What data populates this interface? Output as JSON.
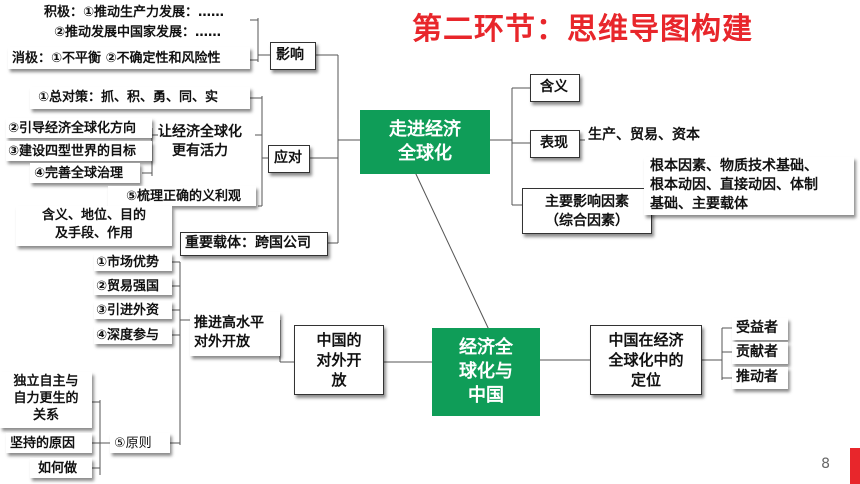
{
  "title": "第二环节：思维导图构建",
  "page_number": "8",
  "accent_color": "#e8262b",
  "node_color": "#0f9d58",
  "top_left": {
    "jiji1": "积极：①推动生产力发展：……",
    "jiji2": "②推动发展中国家发展：……",
    "xiaoji": "消极：①不平衡 ②不确定性和风险性",
    "yingxiang": "影响",
    "zongduice": "①总对策：抓、积、勇、同、实",
    "item2": "②引导经济全球化方向",
    "item3": "③建设四型世界的目标",
    "item4": "④完善全球治理",
    "item5": "⑤梳理正确的义利观",
    "rang1": "让经济全球化",
    "rang2": "更有活力",
    "yingdui": "应对",
    "hanyi_line1": "含义、地位、目的",
    "hanyi_line2": "及手段、作用",
    "zhongyao": "重要载体：跨国公司"
  },
  "center_top": {
    "line1": "走进经济",
    "line2": "全球化"
  },
  "right_top": {
    "hanyi": "含义",
    "biaoxian": "表现",
    "biaoxian_detail": "生产、贸易、资本",
    "yinsu_line1": "主要影响因素",
    "yinsu_line2": "（综合因素）",
    "yinsu_detail1": "根本因素、物质技术基础、",
    "yinsu_detail2": "根本动因、直接动因、体制",
    "yinsu_detail3": "基础、主要载体"
  },
  "bottom_left": {
    "shichang": "①市场优势",
    "maoyi": "②贸易强国",
    "yinjin": "③引进外资",
    "shendu": "④深度参与",
    "yuanze": "⑤原则",
    "duli1": "独立自主与",
    "duli2": "自力更生的",
    "duli3": "关系",
    "jianchi": "坚持的原因",
    "ruhe": "如何做",
    "tuijin1": "推进高水平",
    "tuijin2": "对外开放",
    "zhongguo1": "中国的",
    "zhongguo2": "对外开",
    "zhongguo3": "放"
  },
  "center_bottom": {
    "line1": "经济全",
    "line2": "球化与",
    "line3": "中国"
  },
  "right_bottom": {
    "dingwei1": "中国在经济",
    "dingwei2": "全球化中的",
    "dingwei3": "定位",
    "shouyi": "受益者",
    "gongxian": "贡献者",
    "tuidong": "推动者"
  }
}
